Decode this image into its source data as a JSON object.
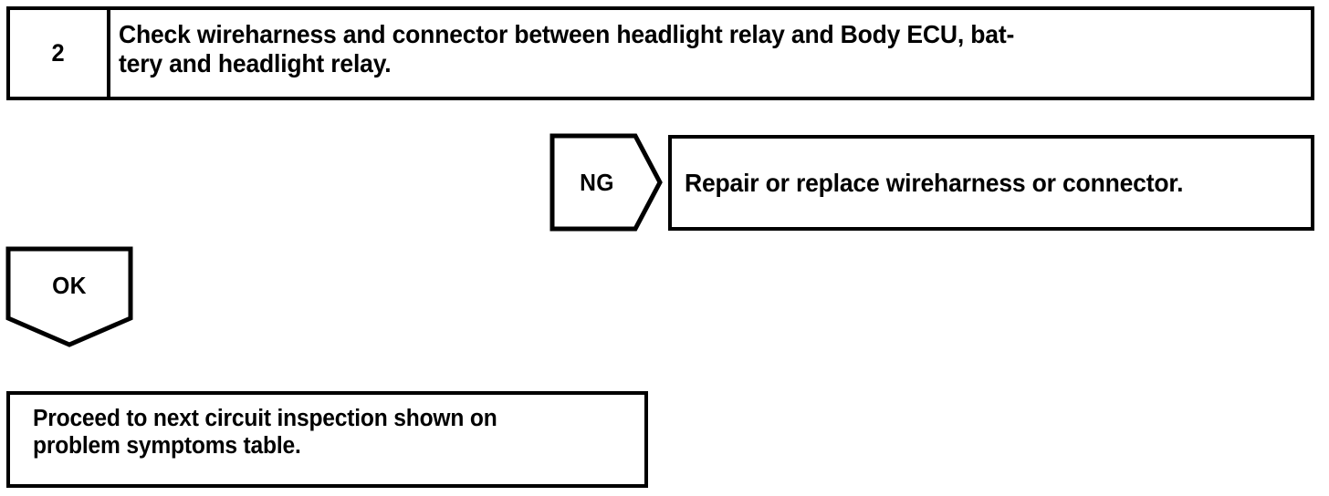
{
  "document": {
    "type": "troubleshooting-flowchart",
    "colors": {
      "ink": "#000000",
      "paper": "#ffffff"
    }
  },
  "step": {
    "number": "2",
    "instruction": "Check wireharness and connector between headlight relay and Body ECU, bat-\ntery and headlight relay."
  },
  "branches": {
    "ng": {
      "label": "NG",
      "result": "Repair or replace wireharness or connector."
    },
    "ok": {
      "label": "OK",
      "result": "Proceed to next circuit inspection shown on\nproblem symptoms table."
    }
  }
}
